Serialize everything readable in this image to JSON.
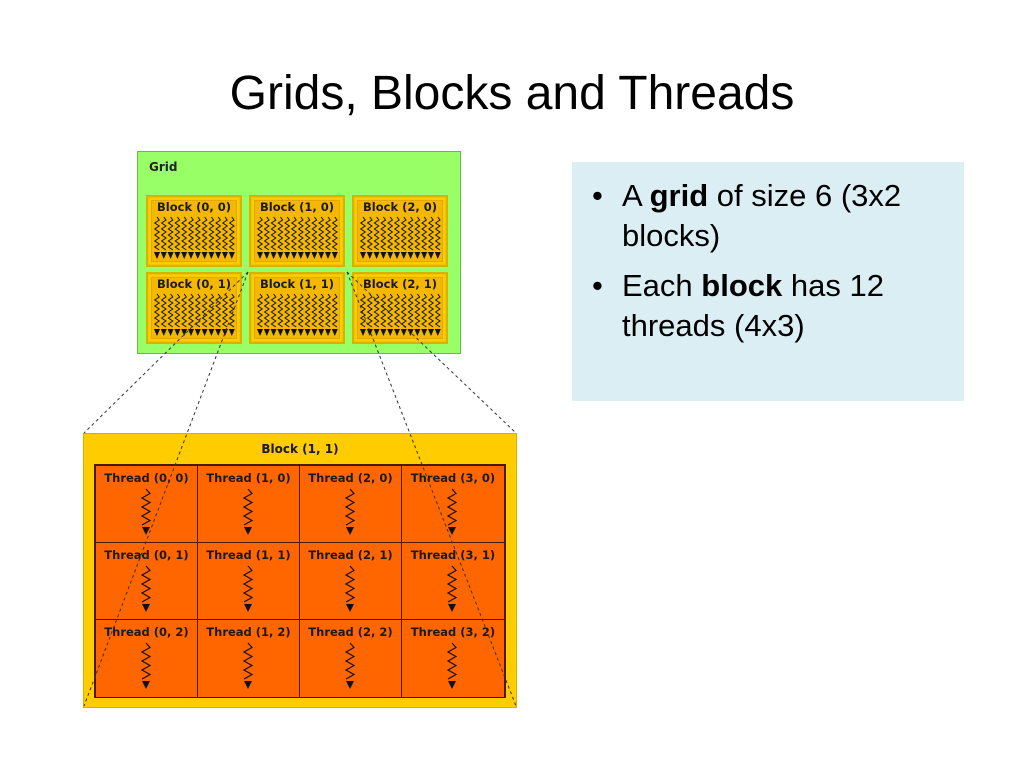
{
  "slide": {
    "title": "Grids, Blocks and Threads"
  },
  "grid": {
    "label": "Grid",
    "blocks": [
      "Block (0, 0)",
      "Block (1, 0)",
      "Block (2, 0)",
      "Block (0, 1)",
      "Block (1, 1)",
      "Block (2, 1)"
    ]
  },
  "zoomed_block": {
    "title": "Block (1, 1)",
    "threads": [
      "Thread (0, 0)",
      "Thread (1, 0)",
      "Thread (2, 0)",
      "Thread (3, 0)",
      "Thread (0, 1)",
      "Thread (1, 1)",
      "Thread (2, 1)",
      "Thread (3, 1)",
      "Thread (0, 2)",
      "Thread (1, 2)",
      "Thread (2, 2)",
      "Thread (3, 2)"
    ]
  },
  "bullets": [
    {
      "pre": "A ",
      "bold": "grid",
      "post": " of size 6 (3x2 blocks)"
    },
    {
      "pre": "Each ",
      "bold": "block",
      "post": " has 12 threads (4x3)"
    }
  ],
  "colors": {
    "grid_bg": "#99ff66",
    "block_bg": "#ffcc00",
    "thread_bg": "#ff6600",
    "textbox_bg": "#dbeef4"
  }
}
